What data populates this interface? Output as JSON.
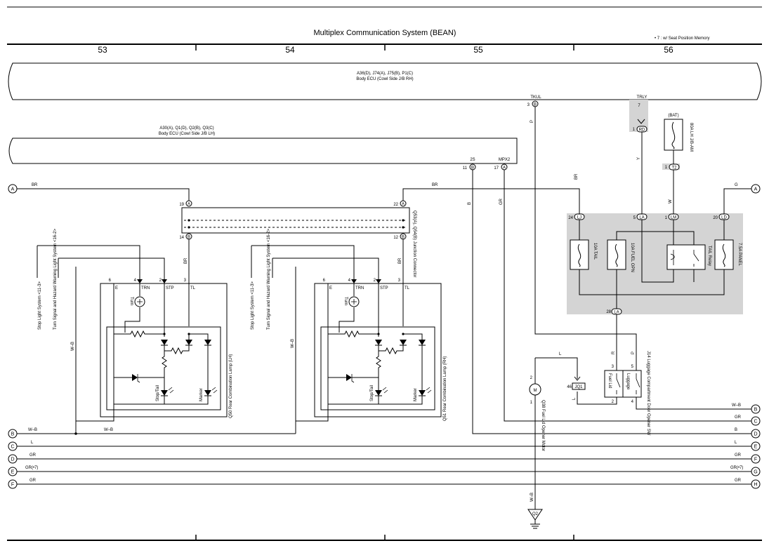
{
  "header": {
    "title": "Multiplex Communication System (BEAN)",
    "footnote": "• 7 : w/ Seat Position Memory",
    "columns": [
      "53",
      "54",
      "55",
      "56"
    ]
  },
  "ecus": {
    "rh": {
      "connectors": "A36(D), J74(A), J75(B), P1(C)",
      "name": "Body ECU (Cowl Side J/B RH)"
    },
    "lh": {
      "connectors": "A30(A), Q1(D), Q2(B), Q3(C)",
      "name": "Body ECU (Cowl Side J/B LH)"
    }
  },
  "pins": {
    "tkul": "TKUL",
    "tkul_num": "3",
    "tkul_conn": "B",
    "trly": "TRLY",
    "trly_num": "7",
    "s2": "2S",
    "s2_num": "11",
    "s2_conn": "B",
    "mpx2": "MPX2",
    "mpx2_num": "17",
    "mpx2_conn": "A",
    "rd_num": "1",
    "rd": "RD",
    "bat": "(BAT)",
    "fuse_am": "80A LH J/B-AM",
    "t2_num": "1",
    "t2": "T2"
  },
  "junction": {
    "name": "Q53(A), Q54(B) Junction Connector",
    "l19": "19",
    "l14": "14",
    "r22": "22",
    "r12": "12",
    "ca": "A",
    "cb": "B"
  },
  "wires": {
    "br": "BR",
    "b": "B",
    "gr": "GR",
    "p": "P",
    "y": "Y",
    "w": "W",
    "g": "G",
    "wb": "W–B",
    "l": "L",
    "r": "R",
    "gr7": "GR(•7)"
  },
  "lamps": {
    "lh": "Q50 Rear Combination Lamp (LH)",
    "rh": "Q51 Rear Combination Lamp (RH)",
    "pins": [
      "6",
      "4",
      "2",
      "3"
    ],
    "terms": [
      "E",
      "TRN",
      "STP",
      "TL"
    ],
    "turn": "Turn",
    "stoptail": "Stop/Tail",
    "marker": "Marker",
    "side_stop": "Stop Light System <11-3>",
    "side_turn": "Turn Signal and Hazard Warning Light System <16-2>"
  },
  "relay_block": {
    "lj_num": "24",
    "lj": "LJ",
    "la_num": "5",
    "la": "LA",
    "lm_num": "1",
    "lm": "LM",
    "ld_num": "20",
    "ld": "LD",
    "bot_num": "28",
    "bot": "LA",
    "fuse1": "10A TAIL",
    "fuse2": "10A FUEL OPN",
    "relay": "TAIL Relay",
    "fuse3": "7.5A PANEL"
  },
  "opener": {
    "motor": "Q38 Fuel Lid Opener Motor",
    "m": "M",
    "jq_num": "46",
    "jq": "JQ1",
    "pin2": "2",
    "pin1": "1",
    "switch": "J14 Luggage Compartment Door Opener SW",
    "fuel_lid": "Fuel Lid",
    "luggage": "Luggage",
    "s3": "3",
    "s5": "5",
    "s2": "2",
    "s4": "4",
    "ground": "Q2"
  },
  "connectors": {
    "left": [
      "A",
      "B",
      "C",
      "D",
      "E",
      "F"
    ],
    "right": [
      "A",
      "B",
      "C",
      "D",
      "E",
      "F",
      "G",
      "H"
    ]
  }
}
